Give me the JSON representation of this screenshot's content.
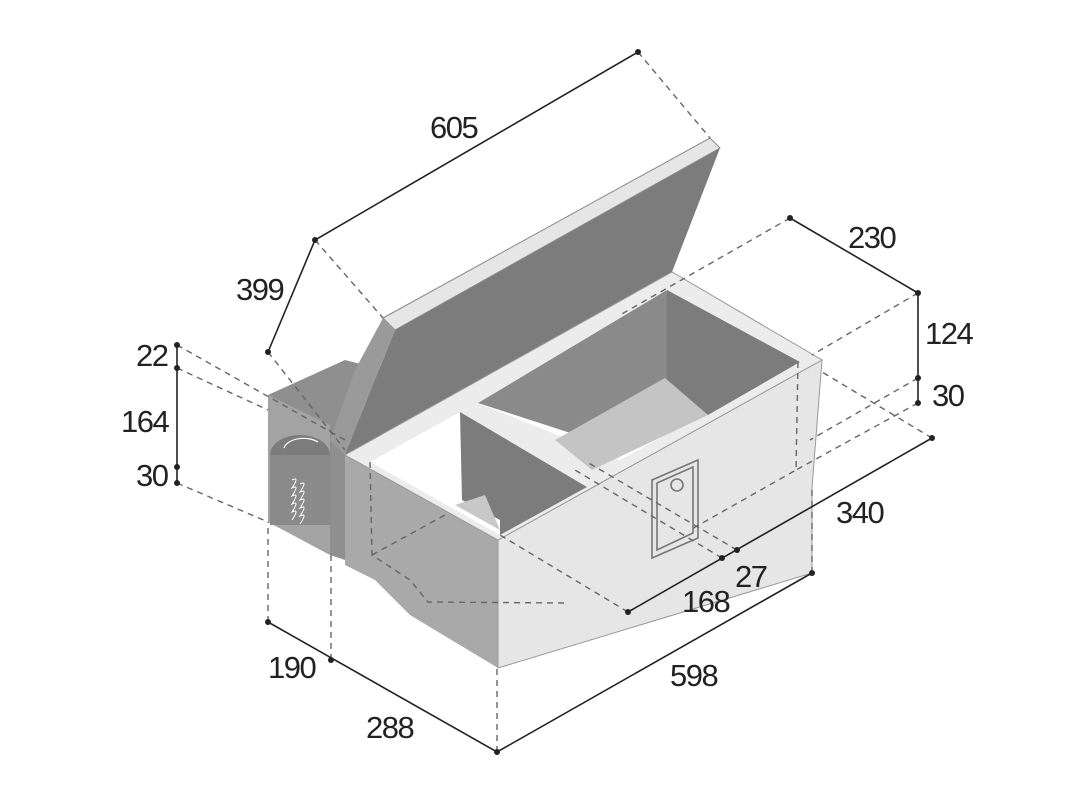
{
  "title": "Fridge box dimension drawing",
  "colors": {
    "light_face": "#e6e6e6",
    "mid_face": "#a9a9a9",
    "dark_face": "#7c7c7c",
    "line": "#222222"
  },
  "dimensions": {
    "lid_length": "605",
    "lid_depth": "399",
    "top_22": "22",
    "side_164": "164",
    "bottom_30": "30",
    "right_230": "230",
    "right_124": "124",
    "right_30": "30",
    "depth_340": "340",
    "gap_27": "27",
    "compartment_168": "168",
    "length_598": "598",
    "compressor_190": "190",
    "width_288": "288"
  }
}
